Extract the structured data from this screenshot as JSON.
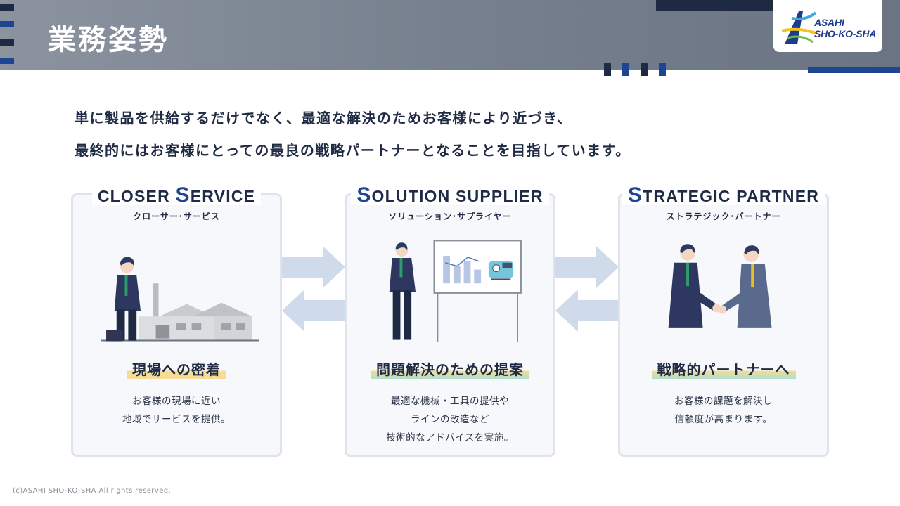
{
  "header": {
    "title": "業務姿勢",
    "logo_line1": "ASAHI",
    "logo_line2": "SHO-KO-SHA"
  },
  "intro": {
    "line1": "単に製品を供給するだけでなく、最適な解決のためお客様により近づき、",
    "line2": "最終的にはお客様にとっての最良の戦略パートナーとなることを目指しています。"
  },
  "cards": [
    {
      "title_pre": "CLOSER ",
      "title_big": "S",
      "title_post": "ERVICE",
      "subtitle": "クローサー･サービス",
      "heading": "現場への密着",
      "desc": [
        "お客様の現場に近い",
        "地域でサービスを提供。"
      ],
      "illustration": "businessman-with-factory"
    },
    {
      "title_big": "S",
      "title_post": "OLUTION SUPPLIER",
      "subtitle": "ソリューション･サプライヤー",
      "heading": "問題解決のための提案",
      "desc": [
        "最適な機械・工具の提供や",
        "ラインの改造など",
        "技術的なアドバイスを実施。"
      ],
      "illustration": "businessman-with-whiteboard"
    },
    {
      "title_big": "S",
      "title_post": "TRATEGIC PARTNER",
      "subtitle": "ストラテジック･パートナー",
      "heading": "戦略的パートナーへ",
      "desc": [
        "お客様の課題を解決し",
        "信頼度が高まります。"
      ],
      "illustration": "businessmen-handshake"
    }
  ],
  "footer": {
    "copyright": "(c)ASAHI SHO-KO-SHA All rights reserved."
  },
  "colors": {
    "navy": "#1e2a44",
    "brand_blue": "#1d4592",
    "arrow": "#cfdaea",
    "card_border": "#dfe4ec"
  }
}
